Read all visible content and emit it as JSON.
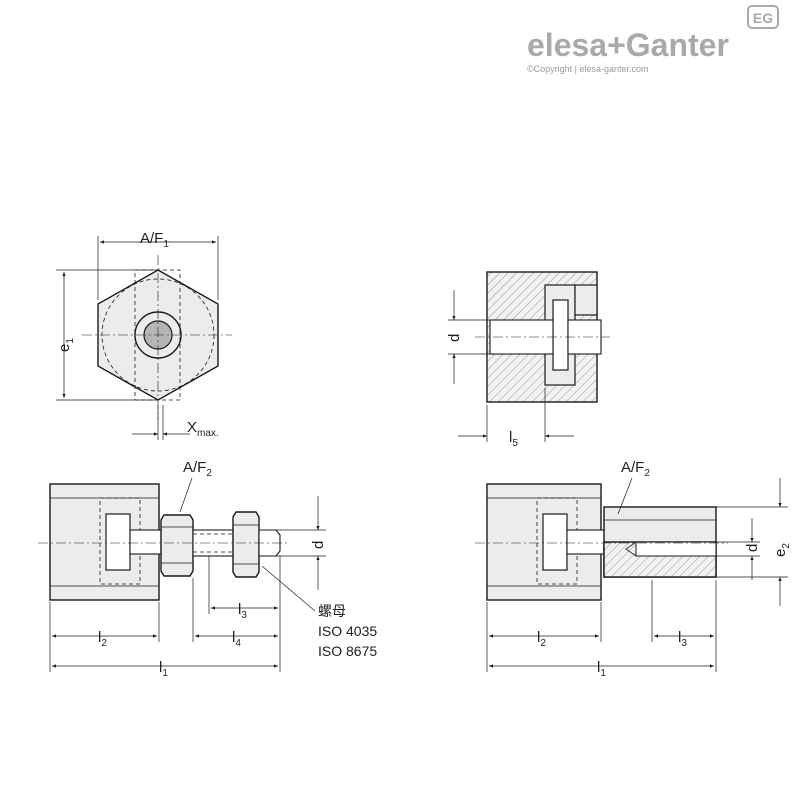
{
  "logo": {
    "brand": "elesa+Ganter",
    "badge": "EG",
    "copyright": "©Copyright | elesa-ganter.com"
  },
  "labels": {
    "af1": "A/F",
    "af1_sub": "1",
    "e1": "e",
    "e1_sub": "1",
    "xmax": "X",
    "xmax_sub": "max.",
    "d_top": "d",
    "l5": "l",
    "l5_sub": "5",
    "af2_left": "A/F",
    "af2_left_sub": "2",
    "d_left": "d",
    "l3_left": "l",
    "l3_left_sub": "3",
    "l4": "l",
    "l4_sub": "4",
    "l2_left": "l",
    "l2_left_sub": "2",
    "l1_left": "l",
    "l1_left_sub": "1",
    "af2_right": "A/F",
    "af2_right_sub": "2",
    "d_right": "d",
    "e2": "e",
    "e2_sub": "2",
    "l2_right": "l",
    "l2_right_sub": "2",
    "l3_right": "l",
    "l3_right_sub": "3",
    "l1_right": "l",
    "l1_right_sub": "1"
  },
  "nut_note": {
    "line1": "螺母",
    "line2": "ISO 4035",
    "line3": "ISO 8675"
  }
}
